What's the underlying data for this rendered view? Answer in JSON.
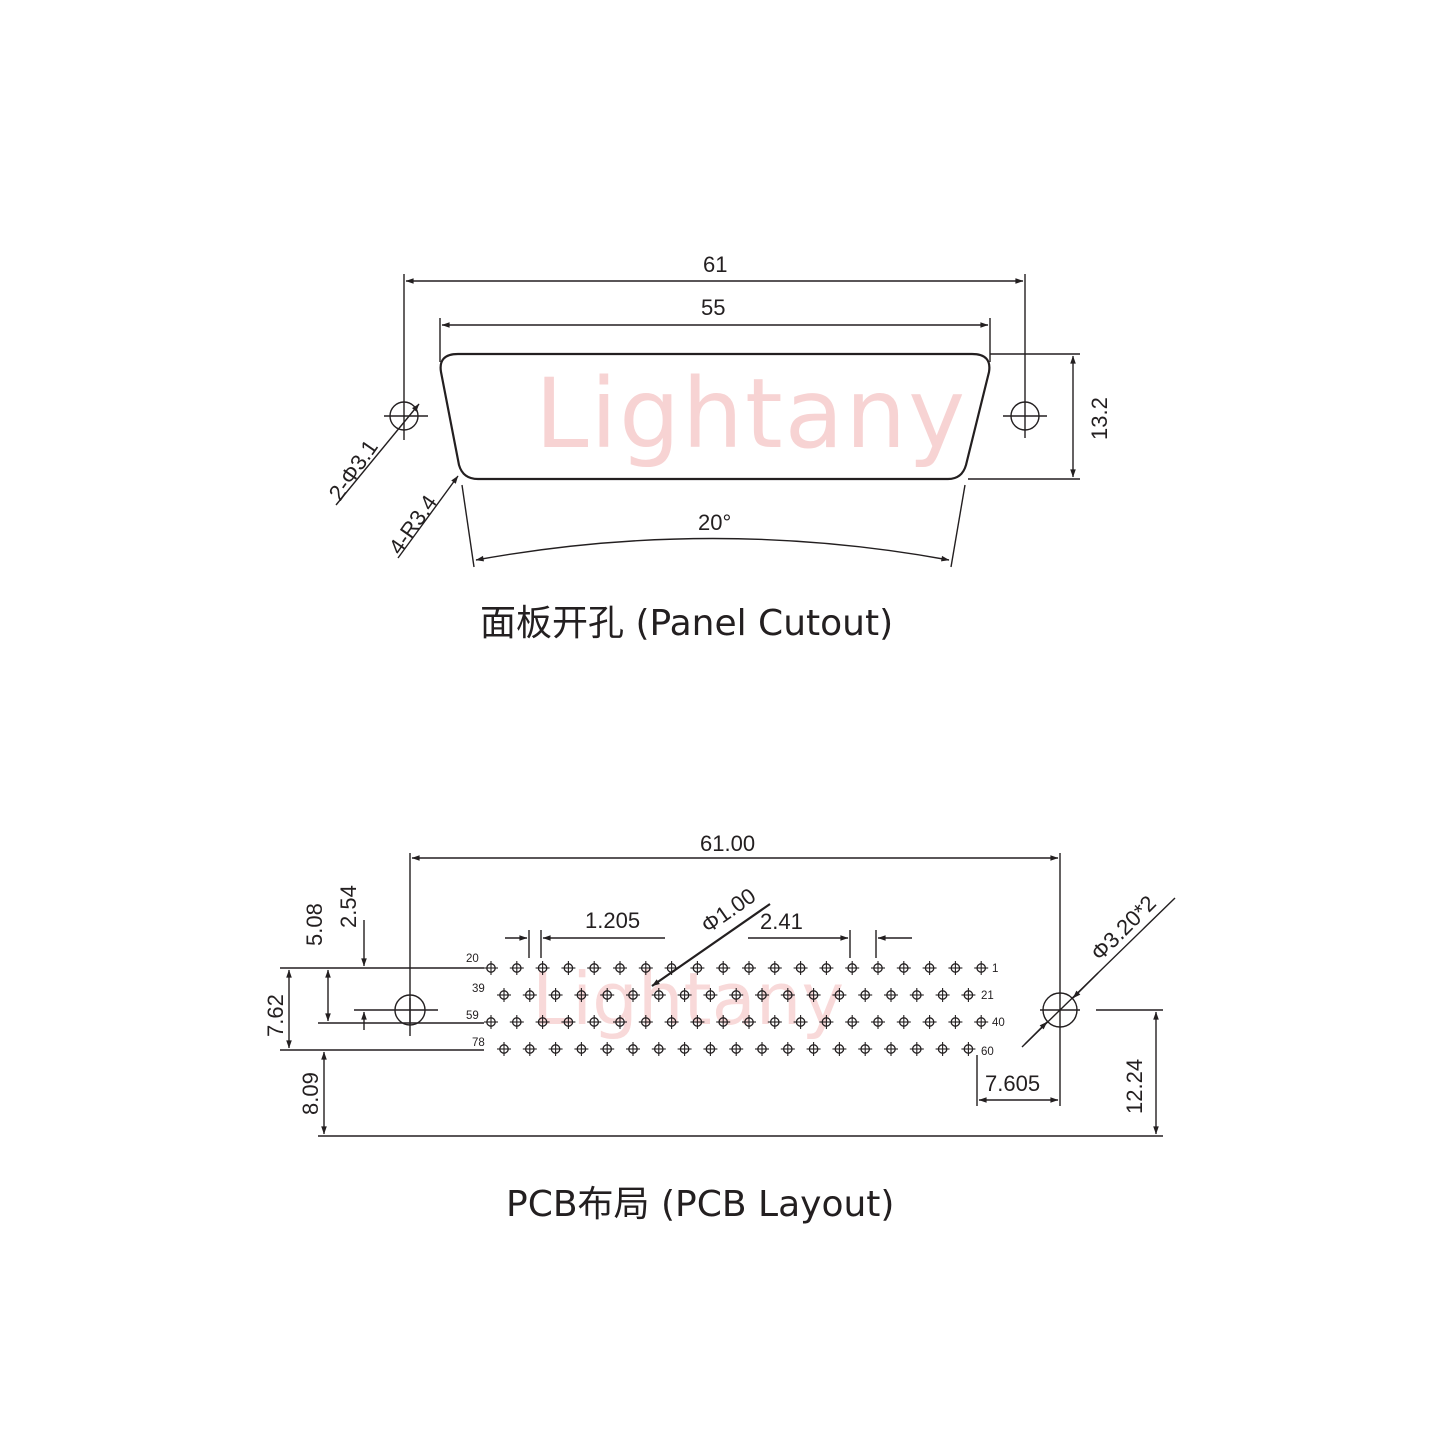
{
  "watermark": "Lightany",
  "panel_cutout": {
    "caption": "面板开孔 (Panel Cutout)",
    "dims": {
      "overall_width": "61",
      "cutout_width": "55",
      "height": "13.2",
      "angle": "20°",
      "hole_callout": "2-Φ3.1",
      "radius_callout": "4-R3.4"
    }
  },
  "pcb_layout": {
    "caption": "PCB布局 (PCB Layout)",
    "dims": {
      "overall_width": "61.00",
      "pin_offset": "1.205",
      "pin_diameter": "Φ1.00",
      "pin_pitch": "2.41",
      "mount_hole": "Φ3.20*2",
      "row_pitch": "2.54",
      "two_rows": "5.08",
      "three_rows": "7.62",
      "bottom_offset": "8.09",
      "hole_height": "12.24",
      "side_offset": "7.605"
    },
    "rows": [
      {
        "left_label": "20",
        "right_label": "1",
        "pin_count": 20
      },
      {
        "left_label": "39",
        "right_label": "21",
        "pin_count": 19
      },
      {
        "left_label": "59",
        "right_label": "40",
        "pin_count": 20
      },
      {
        "left_label": "78",
        "right_label": "60",
        "pin_count": 19
      }
    ]
  }
}
